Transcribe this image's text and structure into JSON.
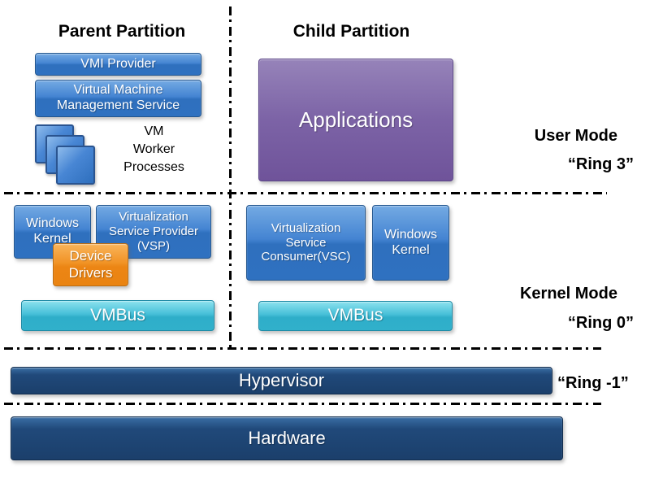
{
  "palette": {
    "box_blue": "#3578C9",
    "box_cyan": "#35B4CE",
    "box_orange": "#F08E1E",
    "box_purple": "#7C63A6",
    "bar_navy": "#1F4B7A",
    "line_black": "#000000",
    "box_text": "#FFFFFF",
    "label_text": "#000000"
  },
  "headers": {
    "parent": "Parent Partition",
    "child": "Child Partition"
  },
  "parent_partition": {
    "vmi_provider": "VMI Provider",
    "vmms": "Virtual Machine\nManagement Service",
    "vm_worker": "VM\nWorker\nProcesses",
    "windows_kernel": "Windows\nKernel",
    "vsp": "Virtualization\nService Provider\n(VSP)",
    "device_drivers": "Device\nDrivers",
    "vmbus": "VMBus"
  },
  "child_partition": {
    "applications": "Applications",
    "vsc": "Virtualization\nService\nConsumer(VSC)",
    "windows_kernel": "Windows\nKernel",
    "vmbus": "VMBus"
  },
  "rings": {
    "user_mode": "User Mode",
    "ring3": "“Ring 3”",
    "kernel_mode": "Kernel Mode",
    "ring0": "“Ring 0”",
    "ring_minus1": "“Ring -1”"
  },
  "layers": {
    "hypervisor": "Hypervisor",
    "hardware": "Hardware"
  }
}
